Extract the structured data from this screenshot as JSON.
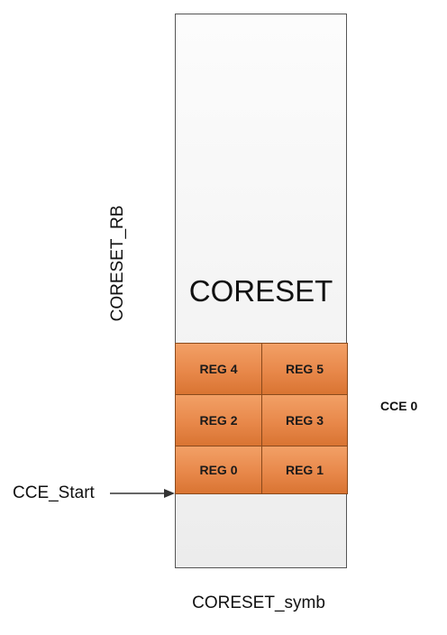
{
  "coreset": {
    "title": "CORESET",
    "rb_label": "CORESET_RB",
    "symb_label": "CORESET_symb"
  },
  "cce": {
    "label": "CCE 0",
    "start_label": "CCE_Start"
  },
  "regs": [
    "REG 0",
    "REG 1",
    "REG 2",
    "REG 3",
    "REG 4",
    "REG 5"
  ],
  "colors": {
    "reg_fill": "#E8884A",
    "reg_border": "#8A4A1C",
    "coreset_border": "#555555"
  }
}
